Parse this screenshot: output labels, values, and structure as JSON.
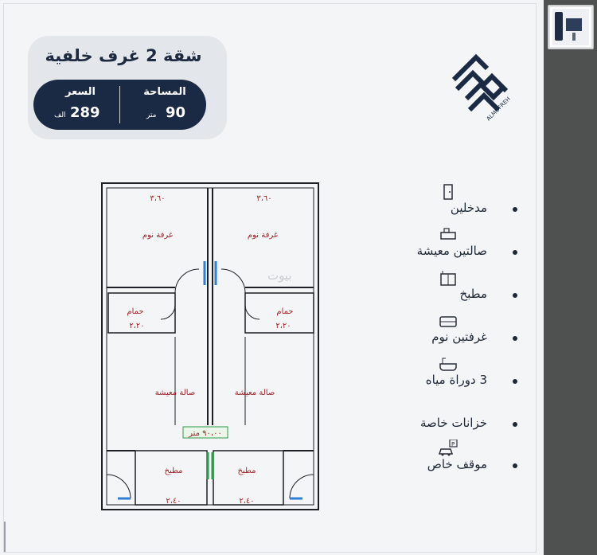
{
  "listing": {
    "title": "شقة 2 غرف خلفية",
    "area_label": "المساحة",
    "area_value": "90",
    "area_unit": "متر",
    "price_label": "السعر",
    "price_value": "289",
    "price_unit": "الف"
  },
  "logo": {
    "brand_text": "ALMOFREH",
    "icon": "almofreh-logo-icon"
  },
  "features": [
    {
      "label": "مدخلين",
      "icon": "door-icon"
    },
    {
      "label": "صالتين معيشة",
      "icon": "sofa-icon"
    },
    {
      "label": "مطبخ",
      "icon": "kitchen-icon"
    },
    {
      "label": "غرفتين نوم",
      "icon": "bed-icon"
    },
    {
      "label": "3 دوراة مياه",
      "icon": "bathtub-icon"
    },
    {
      "label": "خزانات خاصة",
      "icon": "tank-icon"
    },
    {
      "label": "موقف خاص",
      "icon": "parking-car-icon"
    }
  ],
  "floorplan": {
    "bedroom_left": "غرفة نوم",
    "bedroom_right": "غرفة نوم",
    "bathroom_left": "حمام",
    "bathroom_right": "حمام",
    "living_left": "صالة معيشة",
    "living_right": "صالة معيشة",
    "kitchen_left": "مطبخ",
    "kitchen_right": "مطبخ",
    "dim_bed_w_left": "٣،٦٠",
    "dim_bed_w_right": "٣،٦٠",
    "dim_bath_left": "٢،٢٠",
    "dim_bath_right": "٢،٢٠",
    "dim_kitchen_left": "٢،٤٠",
    "dim_kitchen_right": "٢،٤٠",
    "total_area_tag": "٩٠،٠٠ متر"
  },
  "watermark": "بيوت"
}
